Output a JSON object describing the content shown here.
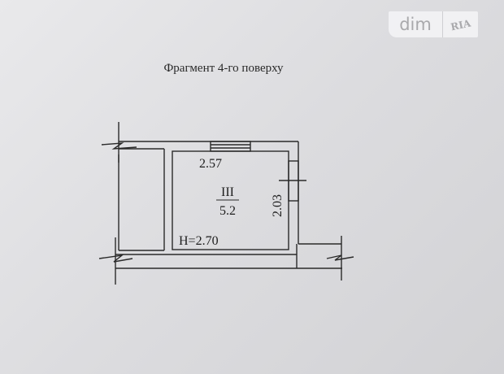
{
  "watermark": {
    "brand": "dim",
    "logo": "RIA"
  },
  "title": "Фрагмент 4-го поверху",
  "plan": {
    "room_width": "2.57",
    "room_length": "2.03",
    "room_number": "III",
    "room_area": "5.2",
    "ceiling_height": "H=2.70"
  }
}
